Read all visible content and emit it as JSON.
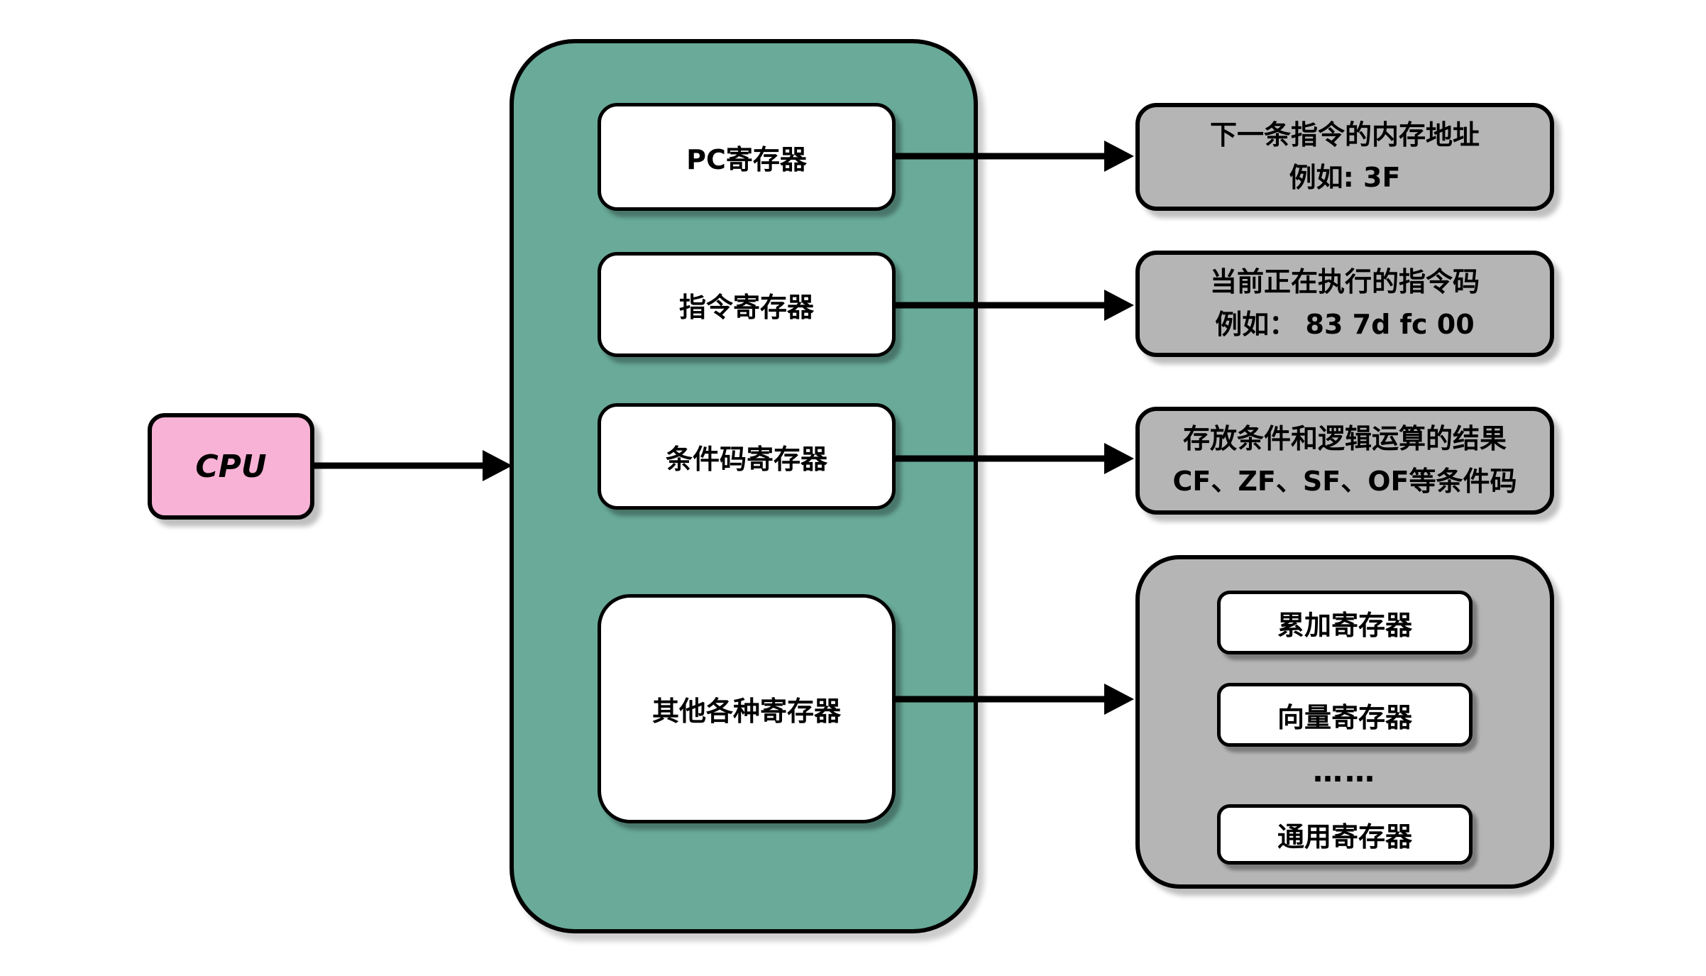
{
  "cpu": {
    "label": "CPU"
  },
  "registers": {
    "items": [
      {
        "label": "PC寄存器"
      },
      {
        "label": "指令寄存器"
      },
      {
        "label": "条件码寄存器"
      },
      {
        "label": "其他各种寄存器"
      }
    ]
  },
  "descriptions": [
    {
      "line1": "下一条指令的内存地址",
      "line2": "例如: 3F"
    },
    {
      "line1": "当前正在执行的指令码",
      "line2": "例如： 83 7d fc 00"
    },
    {
      "line1": "存放条件和逻辑运算的结果",
      "line2": "CF、ZF、SF、OF等条件码"
    }
  ],
  "other_registers": {
    "items": [
      {
        "label": "累加寄存器"
      },
      {
        "label": "向量寄存器"
      },
      {
        "label": "……"
      },
      {
        "label": "通用寄存器"
      }
    ]
  },
  "colors": {
    "cpu_fill": "#F8B2D6",
    "registers_container_fill": "#69AA98",
    "description_fill": "#B5B5B5",
    "box_fill": "#FFFFFF",
    "border": "#000000"
  }
}
